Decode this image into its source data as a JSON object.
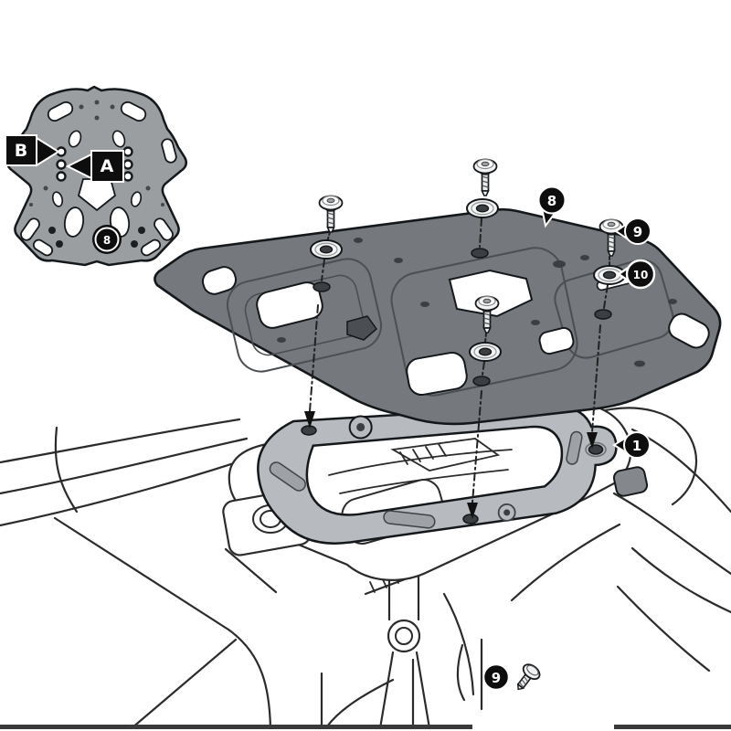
{
  "diagram": {
    "type": "luggage-rack-installation-diagram",
    "labels": {
      "point_b": "B",
      "point_a": "A"
    },
    "callouts": {
      "inset_rack": "8",
      "main_rack": "8",
      "screw": "9",
      "washer": "10",
      "adapter_plate": "1",
      "spare_screw": "9"
    },
    "colors": {
      "background": "#ffffff",
      "outline": "#15181b",
      "main_rack_fill": "#75787c",
      "inset_rack_fill": "#9b9ea1",
      "adapter_fill": "#b7babe",
      "bumper_fill": "#84878b",
      "callout_fill": "#0d0d0d",
      "callout_text": "#ffffff"
    }
  }
}
